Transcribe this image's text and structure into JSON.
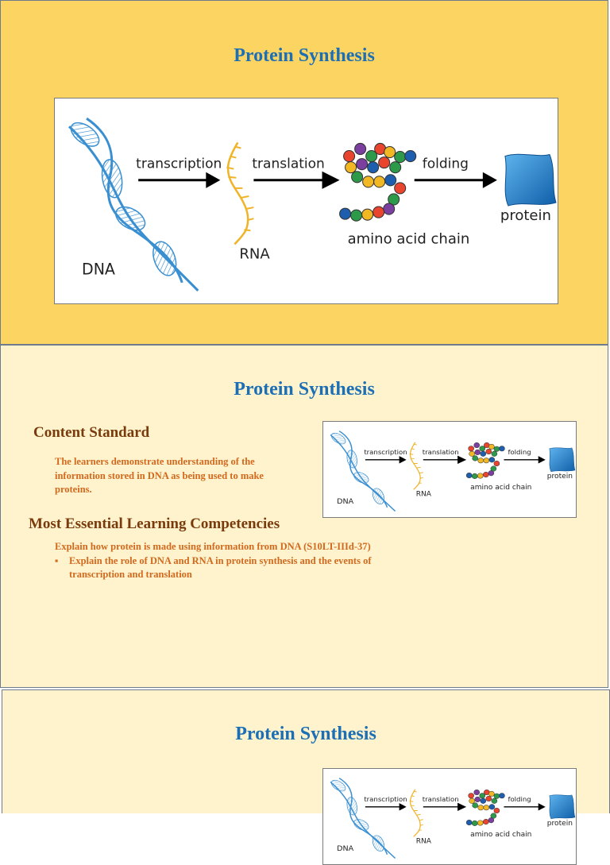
{
  "slides": [
    {
      "title": "Protein Synthesis",
      "figure": {
        "labels": {
          "transcription": "transcription",
          "translation": "translation",
          "folding": "folding",
          "dna": "DNA",
          "rna": "RNA",
          "amino_chain": "amino acid chain",
          "protein": "protein"
        }
      }
    },
    {
      "title": "Protein Synthesis",
      "content_standard": {
        "heading": "Content Standard",
        "text": "The learners demonstrate understanding of the information stored in DNA as being used to make proteins."
      },
      "melc": {
        "heading": "Most Essential Learning Competencies",
        "text": "Explain how protein is made using information from DNA (S10LT-IIId-37)",
        "bullets": [
          "Explain the role of DNA and RNA in protein synthesis and the events of transcription and translation"
        ]
      }
    },
    {
      "title": "Protein Synthesis"
    }
  ],
  "colors": {
    "dna": "#3a8fd1",
    "rna": "#f0b429",
    "protein": "#1a6fb8",
    "title": "#1c6fb4"
  }
}
